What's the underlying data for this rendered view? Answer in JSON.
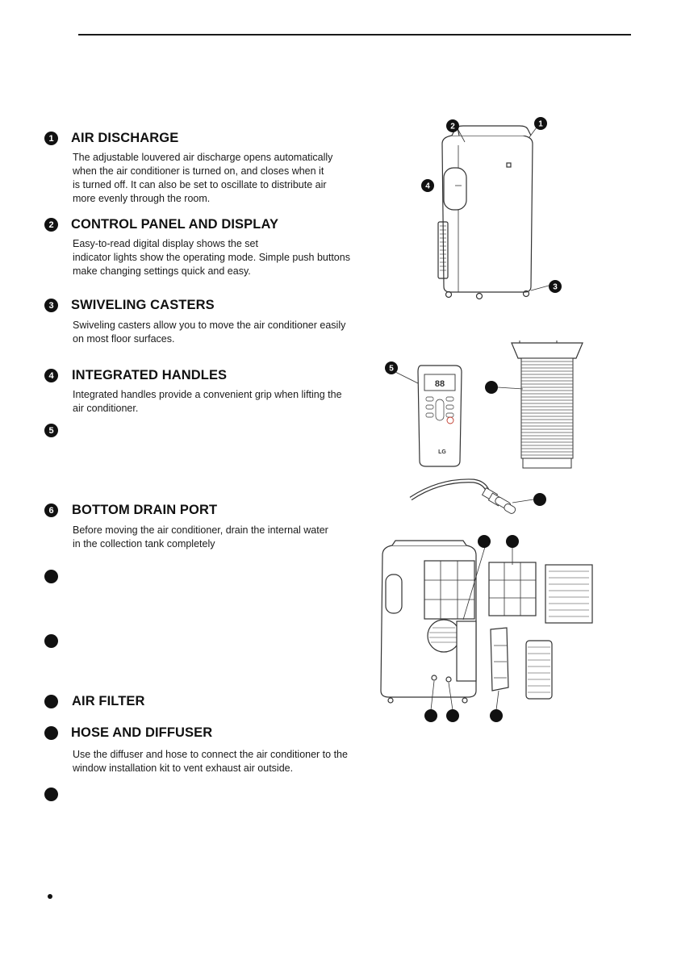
{
  "sections": [
    {
      "number": "1",
      "title": "AIR DISCHARGE",
      "lines": [
        "The adjustable louvered air discharge opens automatically",
        "when the air conditioner is turned on, and closes when it",
        "is turned off. It can also be set to oscillate to distribute air",
        "more evenly through the room."
      ]
    },
    {
      "number": "2",
      "title": "CONTROL PANEL AND DISPLAY",
      "lines": [
        "Easy-to-read digital display shows the set",
        "indicator lights show the operating mode. Simple push buttons",
        "make changing settings quick and easy."
      ]
    },
    {
      "number": "3",
      "title": "SWIVELING CASTERS",
      "lines": [
        "Swiveling casters allow you to move the air conditioner easily",
        "on most floor surfaces."
      ]
    },
    {
      "number": "4",
      "title": "INTEGRATED HANDLES",
      "lines": [
        "Integrated handles provide a convenient grip when lifting the",
        "air conditioner."
      ]
    },
    {
      "number": "5",
      "title": "",
      "lines": []
    },
    {
      "number": "6",
      "title": "BOTTOM DRAIN PORT",
      "lines": [
        "Before moving the air conditioner, drain the internal water",
        "in the collection tank completely"
      ]
    },
    {
      "number": "",
      "title": "",
      "lines": []
    },
    {
      "number": "",
      "title": "",
      "lines": []
    },
    {
      "number": "",
      "title": "AIR FILTER",
      "lines": []
    },
    {
      "number": "",
      "title": "HOSE  AND DIFFUSER",
      "lines": [
        "Use the diffuser and hose to connect the air conditioner to the",
        "window installation kit to vent exhaust air outside."
      ]
    },
    {
      "number": "",
      "title": "",
      "lines": []
    }
  ],
  "figures": {
    "unit_callouts": [
      "2",
      "1",
      "4",
      "3"
    ],
    "remote_callout": "5",
    "remote_logo": "LG",
    "remote_display": "88"
  }
}
